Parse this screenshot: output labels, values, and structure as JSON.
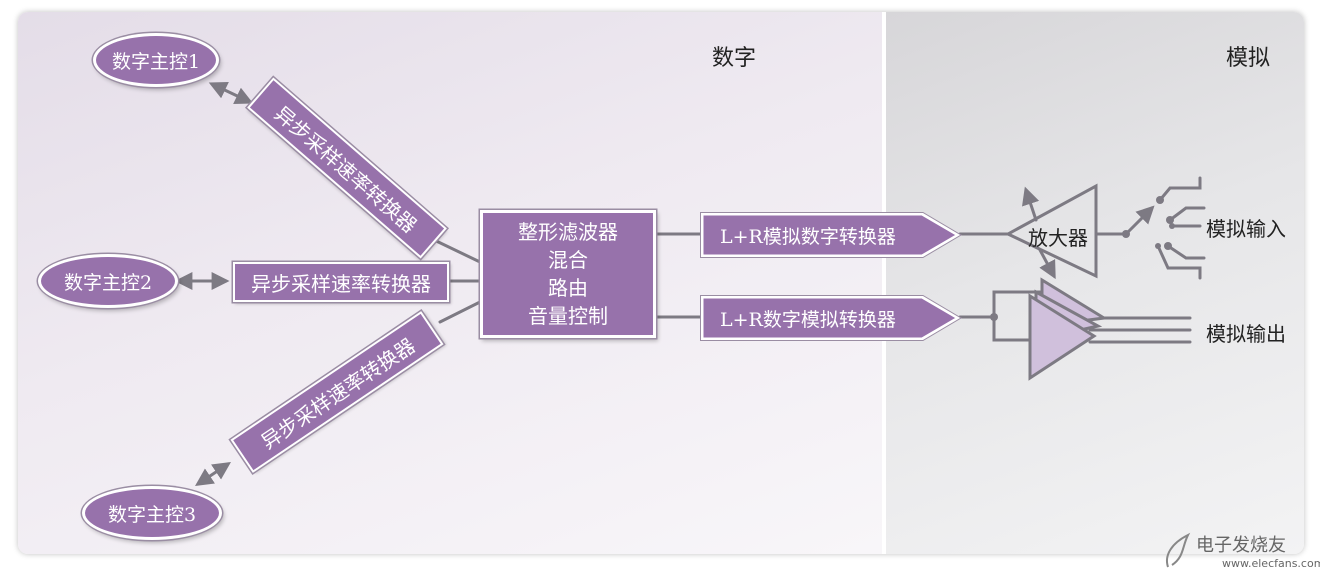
{
  "regions": {
    "digital": "数字",
    "analog": "模拟"
  },
  "hosts": [
    "数字主控1",
    "数字主控2",
    "数字主控3"
  ],
  "src_label": "异步采样速率转换器",
  "mixer_lines": [
    "整形滤波器",
    "混合",
    "路由",
    "音量控制"
  ],
  "adc_label": "L+R模拟数字转换器",
  "dac_label": "L+R数字模拟转换器",
  "amp_label": "放大器",
  "analog_in_label": "模拟输入",
  "analog_out_label": "模拟输出",
  "watermark": {
    "text": "电子发烧友",
    "url": "www.elecfans.com"
  },
  "colors": {
    "accent": "#9772ab",
    "wire": "#7d7a83",
    "amp_fill": "#d0c0dc"
  }
}
